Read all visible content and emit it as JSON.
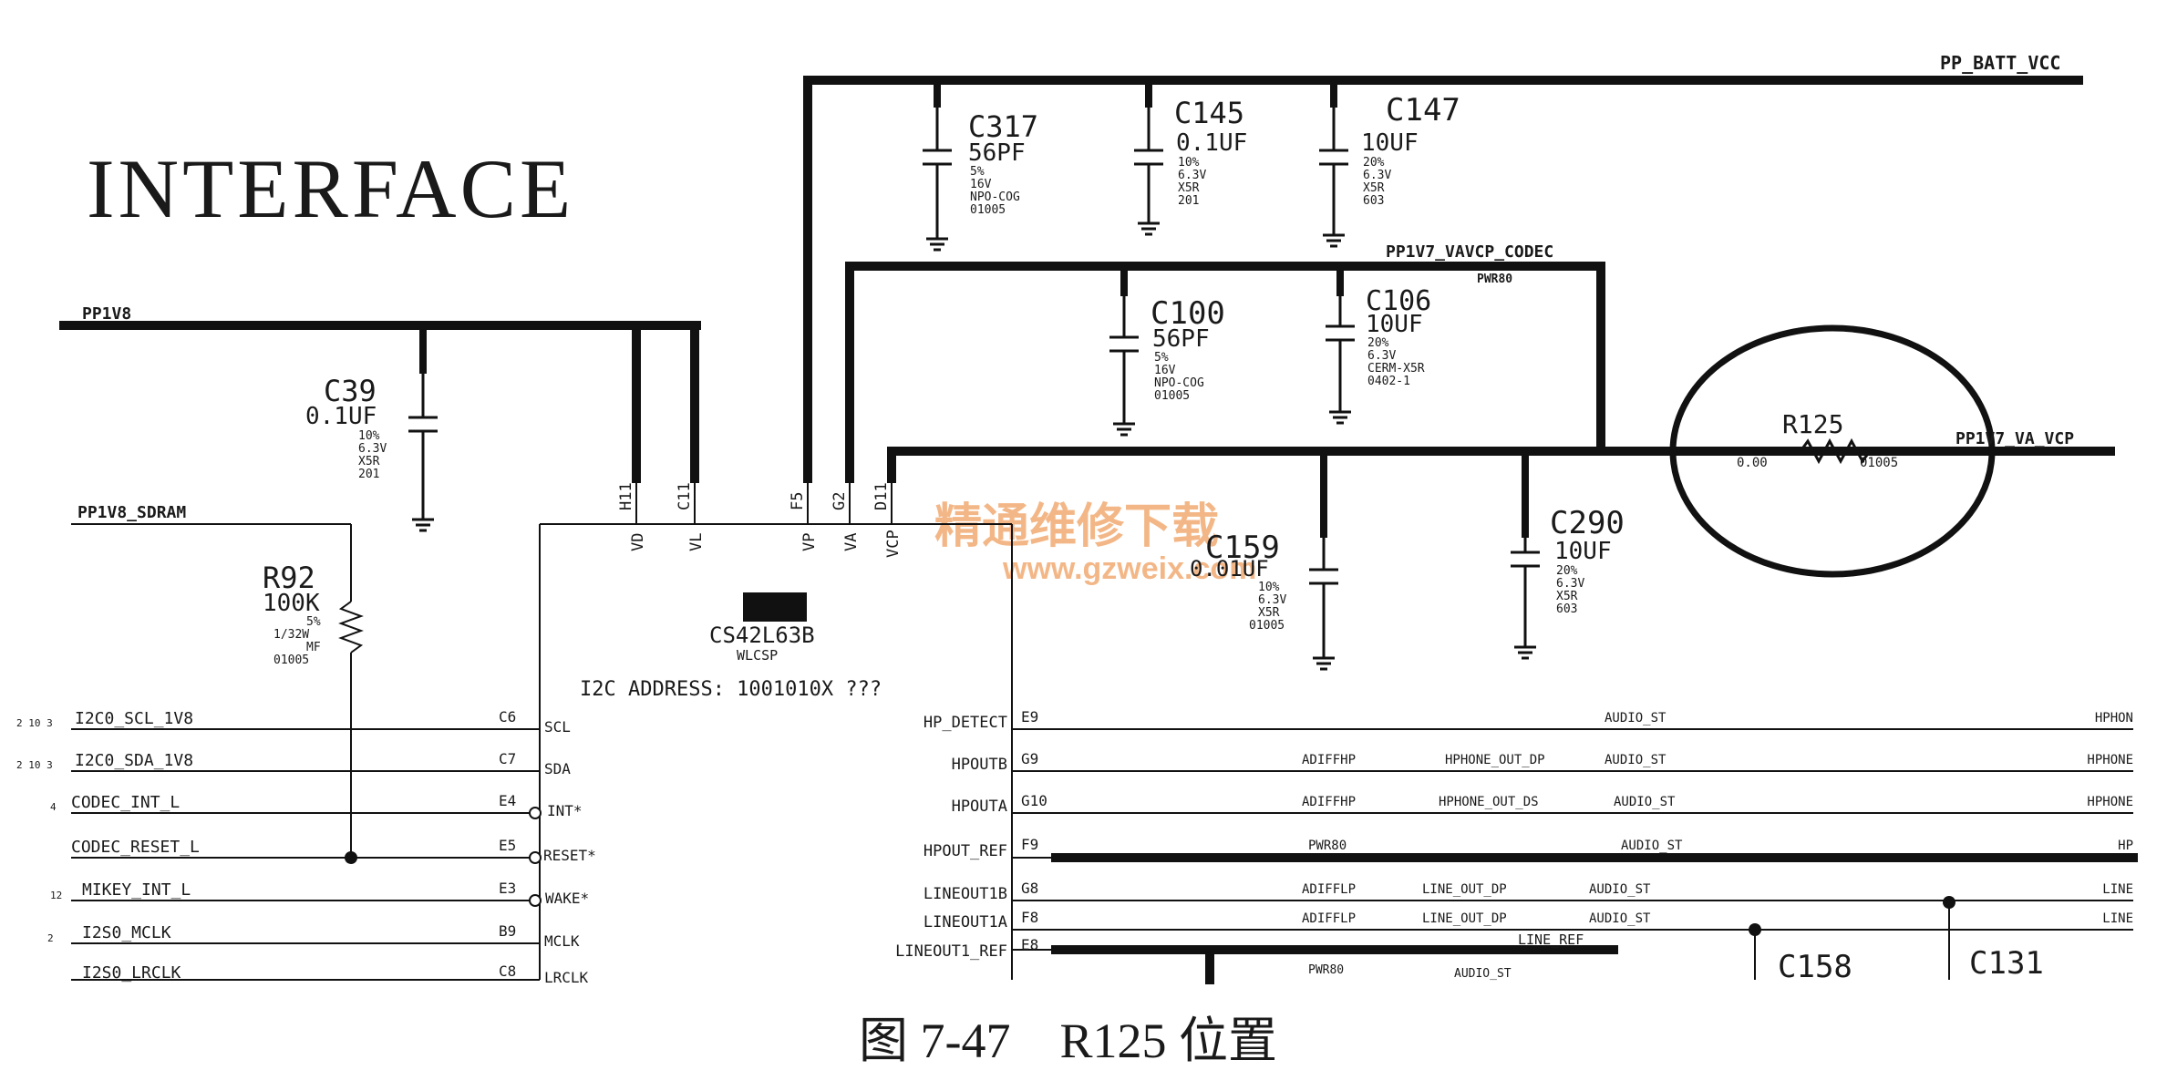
{
  "title": "INTERFACE",
  "caption": "图 7-47    R125 位置",
  "watermark": {
    "cn": "精通维修下载",
    "url": "www.gzweix.com",
    "color": "#f0a060"
  },
  "chip": {
    "part": "CS42L63B",
    "package": "WLCSP",
    "i2c_note": "I2C ADDRESS: 1001010X ???"
  },
  "rails": {
    "batt": "PP_BATT_VCC",
    "pp1v8": "PP1V8",
    "sdram": "PP1V8_SDRAM",
    "codec": "PP1V7_VAVCP_CODEC",
    "codec_sub": "PWR80",
    "va_vcp": "PP1V7_VA_VCP"
  },
  "top_pins": [
    {
      "ball": "H11",
      "name": "VD"
    },
    {
      "ball": "C11",
      "name": "VL"
    },
    {
      "ball": "F5",
      "name": "VP"
    },
    {
      "ball": "G2",
      "name": "VA"
    },
    {
      "ball": "D11",
      "name": "VCP"
    }
  ],
  "left_pins": [
    {
      "net": "I2C0_SCL_1V8",
      "ball": "C6",
      "pin": "SCL",
      "ref": "2 10 3"
    },
    {
      "net": "I2C0_SDA_1V8",
      "ball": "C7",
      "pin": "SDA",
      "ref": "2 10 3"
    },
    {
      "net": "CODEC_INT_L",
      "ball": "E4",
      "pin": "INT*",
      "ref": "4"
    },
    {
      "net": "CODEC_RESET_L",
      "ball": "E5",
      "pin": "RESET*",
      "ref": ""
    },
    {
      "net": "MIKEY_INT_L",
      "ball": "E3",
      "pin": "WAKE*",
      "ref": "12"
    },
    {
      "net": "I2S0_MCLK",
      "ball": "B9",
      "pin": "MCLK",
      "ref": "2"
    },
    {
      "net": "I2S0_LRCLK",
      "ball": "C8",
      "pin": "LRCLK",
      "ref": ""
    }
  ],
  "right_pins": [
    {
      "pin": "HP_DETECT",
      "ball": "E9",
      "tag": "",
      "net": "",
      "sig": "AUDIO_ST",
      "end": "HPHON"
    },
    {
      "pin": "HPOUTB",
      "ball": "G9",
      "tag": "ADIFFHP",
      "net": "HPHONE_OUT_DP",
      "sig": "AUDIO_ST",
      "end": "HPHONE"
    },
    {
      "pin": "HPOUTA",
      "ball": "G10",
      "tag": "ADIFFHP",
      "net": "HPHONE_OUT_DS",
      "sig": "AUDIO_ST",
      "end": "HPHONE"
    },
    {
      "pin": "HPOUT_REF",
      "ball": "F9",
      "tag": "PWR80",
      "net": "",
      "sig": "AUDIO_ST",
      "end": "HP"
    },
    {
      "pin": "LINEOUT1B",
      "ball": "G8",
      "tag": "ADIFFLP",
      "net": "LINE_OUT_DP",
      "sig": "AUDIO_ST",
      "end": "LINE"
    },
    {
      "pin": "LINEOUT1A",
      "ball": "F8",
      "tag": "ADIFFLP",
      "net": "LINE_OUT_DP",
      "sig": "AUDIO_ST",
      "end": "LINE"
    },
    {
      "pin": "LINEOUT1_REF",
      "ball": "E8",
      "tag": "PWR80",
      "net": "LINE_REF",
      "sig": "AUDIO_ST",
      "end": ""
    }
  ],
  "caps": {
    "C317": {
      "ref": "C317",
      "value": "56PF",
      "specs": [
        "5%",
        "16V",
        "NPO-COG",
        "01005"
      ]
    },
    "C145": {
      "ref": "C145",
      "value": "0.1UF",
      "specs": [
        "10%",
        "6.3V",
        "X5R",
        "201"
      ]
    },
    "C147": {
      "ref": "C147",
      "value": "10UF",
      "specs": [
        "20%",
        "6.3V",
        "X5R",
        "603"
      ]
    },
    "C100": {
      "ref": "C100",
      "value": "56PF",
      "specs": [
        "5%",
        "16V",
        "NPO-COG",
        "01005"
      ]
    },
    "C106": {
      "ref": "C106",
      "value": "10UF",
      "specs": [
        "20%",
        "6.3V",
        "CERM-X5R",
        "0402-1"
      ]
    },
    "C39": {
      "ref": "C39",
      "value": "0.1UF",
      "specs": [
        "10%",
        "6.3V",
        "X5R",
        "201"
      ]
    },
    "C159": {
      "ref": "C159",
      "value": "0.01UF",
      "specs": [
        "10%",
        "6.3V",
        "X5R",
        "01005"
      ]
    },
    "C290": {
      "ref": "C290",
      "value": "10UF",
      "specs": [
        "20%",
        "6.3V",
        "X5R",
        "603"
      ]
    },
    "C158": {
      "ref": "C158"
    },
    "C131": {
      "ref": "C131"
    }
  },
  "resistors": {
    "R92": {
      "ref": "R92",
      "value": "100K",
      "specs": [
        "5%",
        "1/32W",
        "MF",
        "01005"
      ]
    },
    "R125": {
      "ref": "R125",
      "value": "0.00",
      "pkg": "01005"
    }
  }
}
